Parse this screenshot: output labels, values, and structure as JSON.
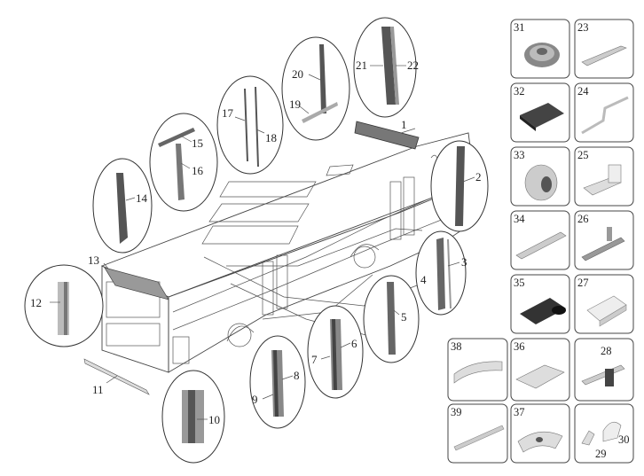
{
  "callouts": [
    "1",
    "2",
    "3",
    "4",
    "5",
    "6",
    "7",
    "8",
    "9",
    "10",
    "11",
    "12",
    "13",
    "14",
    "15",
    "16",
    "17",
    "18",
    "19",
    "20",
    "21",
    "22"
  ],
  "tiles": [
    {
      "a": "31",
      "b": "23"
    },
    {
      "a": "32",
      "b": "24"
    },
    {
      "a": "33",
      "b": "25"
    },
    {
      "a": "34",
      "b": "26"
    },
    {
      "a": "35",
      "b": "27"
    },
    {
      "a": "38",
      "b": "36",
      "c": "28"
    },
    {
      "a": "39",
      "b": "37",
      "c": "29",
      "d": "30"
    }
  ]
}
